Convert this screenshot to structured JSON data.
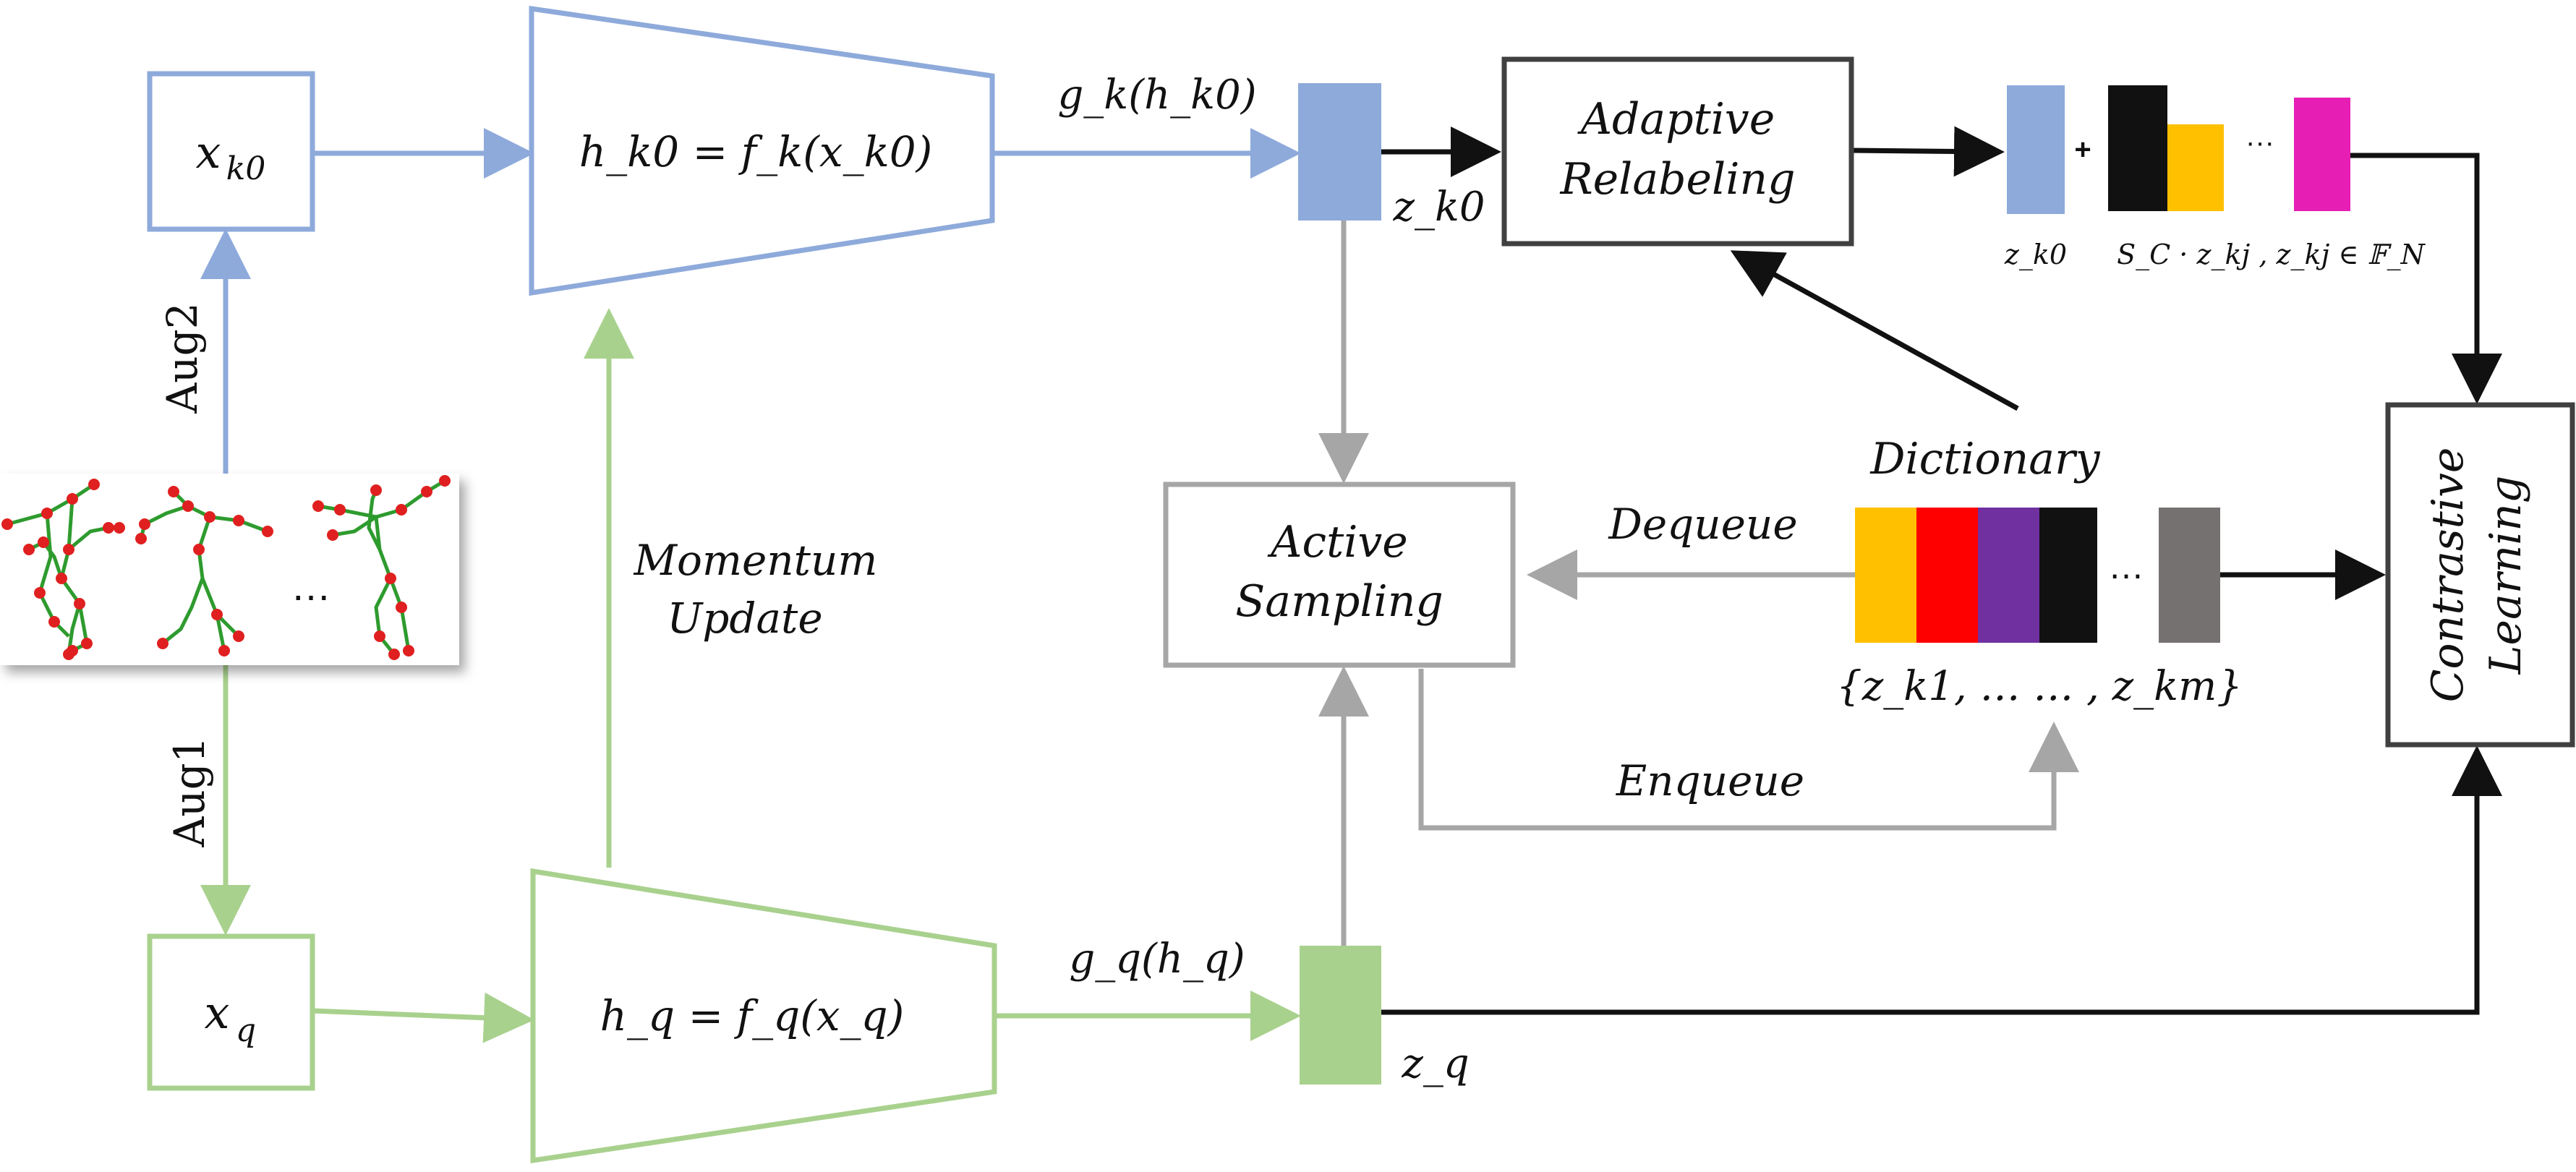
{
  "colors": {
    "key_branch": "#8eaadb",
    "query_branch": "#a9d18e",
    "gray": "#a6a6a6",
    "black": "#111111",
    "dict_yellow": "#ffc000",
    "dict_red": "#ff0000",
    "dict_purple": "#7030a0",
    "dict_black": "#111111",
    "dict_gray": "#767171",
    "pink": "#e61eb4",
    "skeleton_bone": "#2e9b2e",
    "skeleton_joint": "#e02020"
  },
  "nodes": {
    "x_k0": "x",
    "x_k0_sub": "k0",
    "x_q": "x",
    "x_q_sub": "q",
    "encoder_k": "h_k0 = f_k(x_k0)",
    "encoder_q": "h_q = f_q(x_q)",
    "adaptive_line1": "Adaptive",
    "adaptive_line2": "Relabeling",
    "active_line1": "Active",
    "active_line2": "Sampling",
    "contrastive_line1": "Contrastive",
    "contrastive_line2": "Learning",
    "dictionary_title": "Dictionary",
    "dictionary_set": "{z_k1, … … , z_km}",
    "dictionary_ellipsis": "…"
  },
  "edges": {
    "aug2": "Aug2",
    "aug1": "Aug1",
    "momentum_line1": "Momentum",
    "momentum_line2": "Update",
    "g_k": "g_k(h_k0)",
    "g_q": "g_q(h_q)",
    "z_k0": "z_k0",
    "z_q": "z_q",
    "dequeue": "Dequeue",
    "enqueue": "Enqueue"
  },
  "relabel_output": {
    "z_k0_label": "z_k0",
    "plus": "+",
    "ellipsis": "···",
    "formula": "S_C · z_kj , z_kj ∈ 𝔽_N"
  },
  "skeleton_panel": {
    "ellipsis": "…"
  }
}
